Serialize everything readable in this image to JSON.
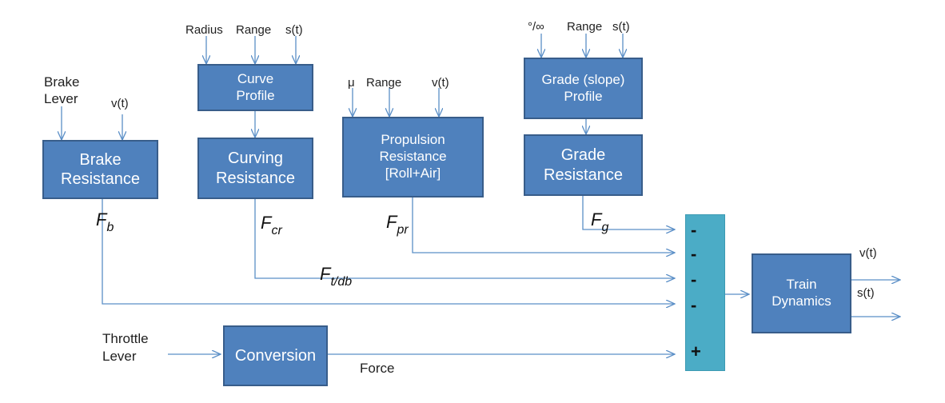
{
  "blocks": {
    "brake": [
      "Brake",
      "Resistance"
    ],
    "curve_profile": [
      "Curve",
      "Profile"
    ],
    "curving": [
      "Curving",
      "Resistance"
    ],
    "propulsion": [
      "Propulsion",
      "Resistance",
      "[Roll+Air]"
    ],
    "grade_profile": [
      "Grade (slope)",
      "Profile"
    ],
    "grade": [
      "Grade",
      "Resistance"
    ],
    "conversion": "Conversion",
    "train": [
      "Train",
      "Dynamics"
    ]
  },
  "inputs": {
    "brake_lever": [
      "Brake",
      "Lever"
    ],
    "brake_v": "v(t)",
    "curve_radius": "Radius",
    "curve_range": "Range",
    "curve_s": "s(t)",
    "prop_mu": "μ",
    "prop_range": "Range",
    "prop_v": "v(t)",
    "grade_permille": "°/∞",
    "grade_range": "Range",
    "grade_s": "s(t)",
    "throttle_lever": [
      "Throttle",
      "Lever"
    ]
  },
  "forces": {
    "fb": {
      "main": "F",
      "sub": "b"
    },
    "fcr": {
      "main": "F",
      "sub": "cr"
    },
    "fpr": {
      "main": "F",
      "sub": "pr"
    },
    "fg": {
      "main": "F",
      "sub": "g"
    },
    "ftdb": {
      "main": "F",
      "sub": "t/db"
    }
  },
  "force_label": "Force",
  "summer_signs": [
    "-",
    "-",
    "-",
    "-",
    "+"
  ],
  "outputs": {
    "v": "v(t)",
    "s": "s(t)"
  },
  "colors": {
    "block": "#4f81bd",
    "block_border": "#385d8a",
    "summer": "#4bacc6",
    "wire": "#5b8fc7"
  }
}
